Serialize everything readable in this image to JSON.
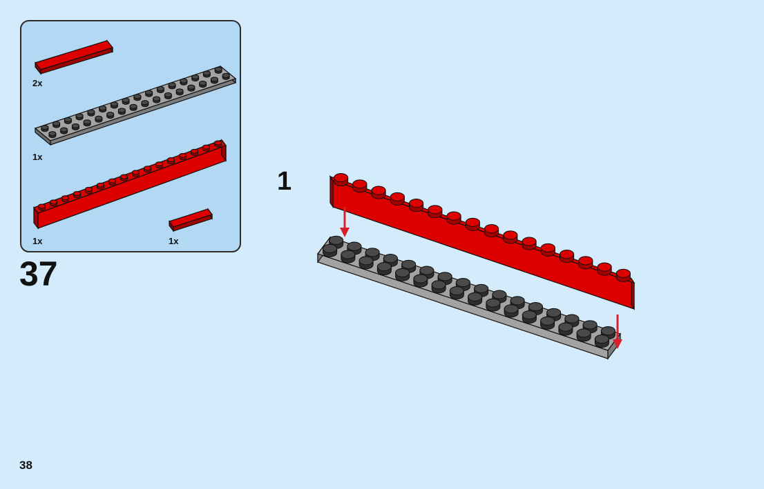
{
  "colors": {
    "background": "#d3ebfa",
    "parts_panel": "#b3d8f3",
    "red_brick": "#dd0000",
    "red_brick_dark": "#a30000",
    "gray_plate": "#a3a3a3",
    "gray_plate_dark": "#7c7c7c",
    "stud": "#4a4a4a",
    "arrow": "#d9202a"
  },
  "parts_list": {
    "items": [
      {
        "name": "red tile 1x6",
        "quantity": "2x"
      },
      {
        "name": "gray plate 2x16",
        "quantity": "1x"
      },
      {
        "name": "red brick 1x16",
        "quantity": "1x"
      },
      {
        "name": "red tile 1x4",
        "quantity": "1x"
      }
    ]
  },
  "step": {
    "number": "37"
  },
  "substep": {
    "number": "1"
  },
  "page": {
    "number": "38"
  }
}
